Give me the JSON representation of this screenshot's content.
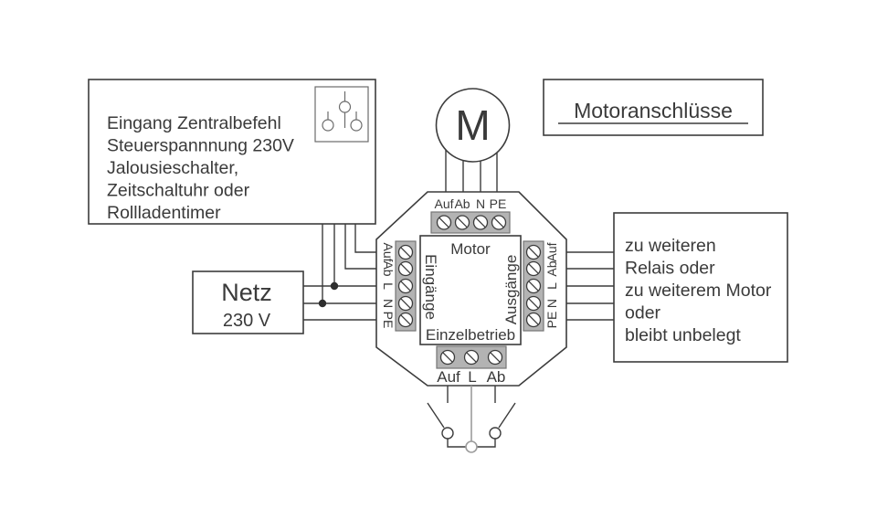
{
  "input_box": {
    "lines": [
      "Eingang Zentralbefehl",
      "Steuerspannnung 230V",
      "Jalousieschalter,",
      "Zeitschaltuhr oder",
      "Rollladentimer"
    ]
  },
  "netz_box": {
    "title": "Netz",
    "subtitle": "230 V"
  },
  "heading": {
    "label": "Motoranschlüsse"
  },
  "output_box": {
    "lines": [
      "zu weiteren",
      "Relais oder",
      "zu weiterem Motor",
      "oder",
      "bleibt unbelegt"
    ]
  },
  "motor": {
    "label": "M"
  },
  "module": {
    "top_labels": [
      "Auf",
      "Ab",
      "N",
      "PE"
    ],
    "left_labels": [
      "Auf",
      "Ab",
      "L",
      "N",
      "PE"
    ],
    "right_labels": [
      "Auf",
      "Ab",
      "L",
      "N",
      "PE"
    ],
    "bottom_labels": [
      "Auf",
      "L",
      "Ab"
    ],
    "center": {
      "top": "Motor",
      "left": "Eingänge",
      "right": "Ausgänge",
      "bottom": "Einzelbetrieb"
    }
  },
  "colors": {
    "line": "#3c3c3c",
    "terminal_fill": "#b3b3b3",
    "wire_gray": "#9c9c9c",
    "background": "#ffffff"
  }
}
